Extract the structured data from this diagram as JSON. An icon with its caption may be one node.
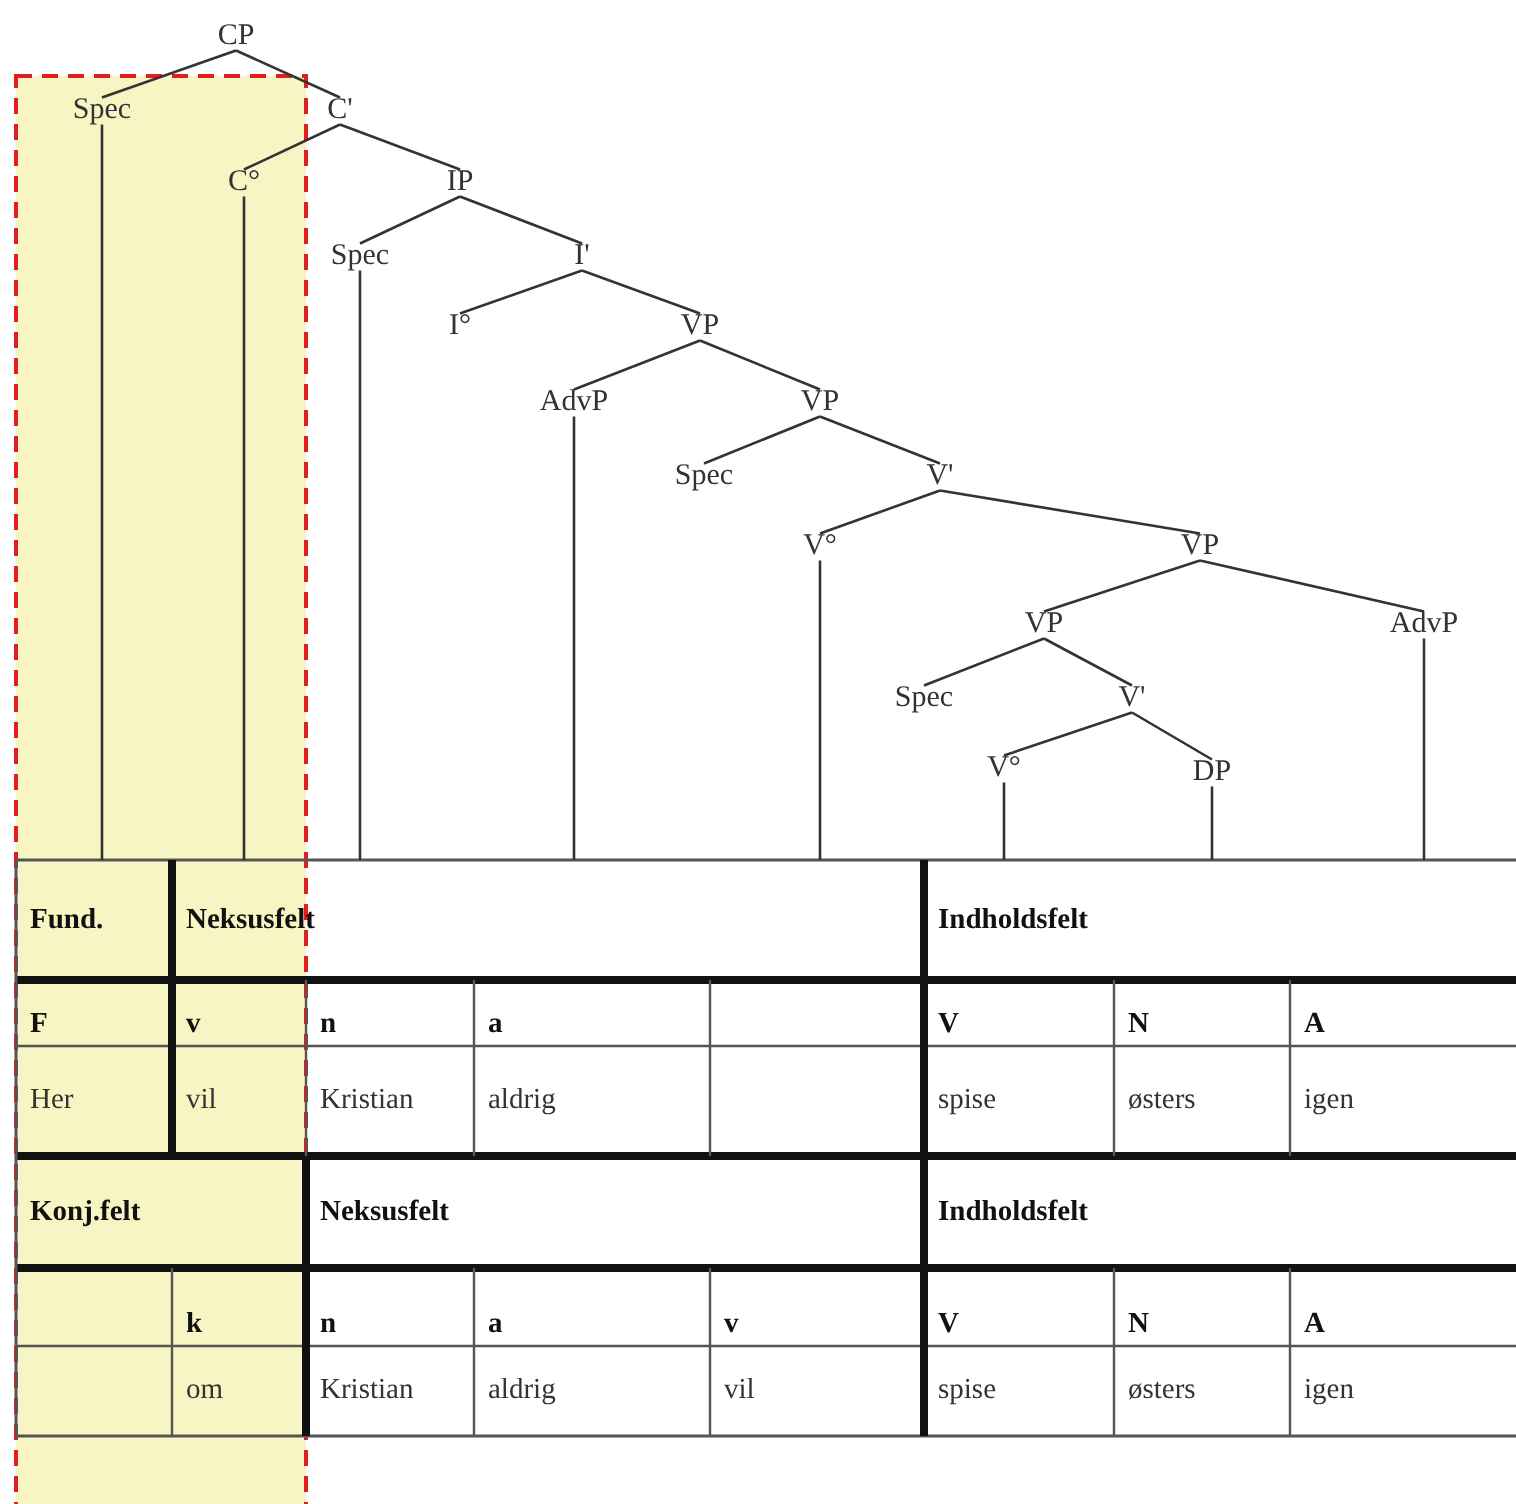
{
  "diagram": {
    "nodes": [
      {
        "text": [
          "CP"
        ]
      },
      {
        "text": [
          "Spec"
        ]
      },
      {
        "text": [
          "C'"
        ]
      },
      {
        "text": [
          "C°"
        ]
      },
      {
        "text": [
          "IP"
        ]
      },
      {
        "text": [
          "Spec"
        ]
      },
      {
        "text": [
          "I'"
        ]
      },
      {
        "text": [
          "I°"
        ]
      },
      {
        "text": [
          "VP"
        ]
      },
      {
        "text": [
          "AdvP"
        ]
      },
      {
        "text": [
          "VP"
        ]
      },
      {
        "text": [
          "Spec"
        ]
      },
      {
        "text": [
          "V'"
        ]
      },
      {
        "text": [
          "V°"
        ]
      },
      {
        "text": [
          "VP"
        ]
      },
      {
        "text": [
          "VP"
        ]
      },
      {
        "text": [
          "AdvP"
        ]
      },
      {
        "text": [
          "Spec"
        ]
      },
      {
        "text": [
          "V'"
        ]
      },
      {
        "text": [
          "V°"
        ]
      },
      {
        "text": [
          "DP"
        ]
      }
    ],
    "edges": [
      {
        "from": 0,
        "to": 1,
        "arrow": "none"
      },
      {
        "from": 0,
        "to": 2,
        "arrow": "none"
      },
      {
        "from": 2,
        "to": 3,
        "arrow": "none"
      },
      {
        "from": 2,
        "to": 4,
        "arrow": "none"
      },
      {
        "from": 4,
        "to": 5,
        "arrow": "none"
      },
      {
        "from": 4,
        "to": 6,
        "arrow": "none"
      },
      {
        "from": 6,
        "to": 7,
        "arrow": "none"
      },
      {
        "from": 6,
        "to": 8,
        "arrow": "none"
      },
      {
        "from": 8,
        "to": 9,
        "arrow": "none"
      },
      {
        "from": 8,
        "to": 10,
        "arrow": "none"
      },
      {
        "from": 10,
        "to": 11,
        "arrow": "none"
      },
      {
        "from": 10,
        "to": 12,
        "arrow": "none"
      },
      {
        "from": 12,
        "to": 13,
        "arrow": "none"
      },
      {
        "from": 12,
        "to": 14,
        "arrow": "none"
      },
      {
        "from": 14,
        "to": 15,
        "arrow": "none"
      },
      {
        "from": 14,
        "to": 16,
        "arrow": "none"
      },
      {
        "from": 15,
        "to": 17,
        "arrow": "none"
      },
      {
        "from": 15,
        "to": 18,
        "arrow": "none"
      },
      {
        "from": 18,
        "to": 19,
        "arrow": "none"
      },
      {
        "from": 18,
        "to": 20,
        "arrow": "none"
      },
      {
        "from": 1,
        "to": null,
        "arrow": "none"
      },
      {
        "from": 3,
        "to": null,
        "arrow": "none"
      },
      {
        "from": 5,
        "to": null,
        "arrow": "none"
      },
      {
        "from": 9,
        "to": null,
        "arrow": "none"
      },
      {
        "from": 13,
        "to": null,
        "arrow": "none"
      },
      {
        "from": 19,
        "to": null,
        "arrow": "none"
      },
      {
        "from": 20,
        "to": null,
        "arrow": "none"
      },
      {
        "from": 16,
        "to": null,
        "arrow": "none"
      }
    ],
    "labels": [
      "Fund.",
      "Neksusfelt",
      "Indholdsfelt",
      "F",
      "v",
      "n",
      "a",
      "V",
      "N",
      "A",
      "Her",
      "vil",
      "Kristian",
      "aldrig",
      "spise",
      "østers",
      "igen",
      "Konj.felt",
      "Neksusfelt",
      "Indholdsfelt",
      "k",
      "n",
      "a",
      "v",
      "V",
      "N",
      "A",
      "om",
      "Kristian",
      "aldrig",
      "vil",
      "spise",
      "østers",
      "igen"
    ]
  }
}
